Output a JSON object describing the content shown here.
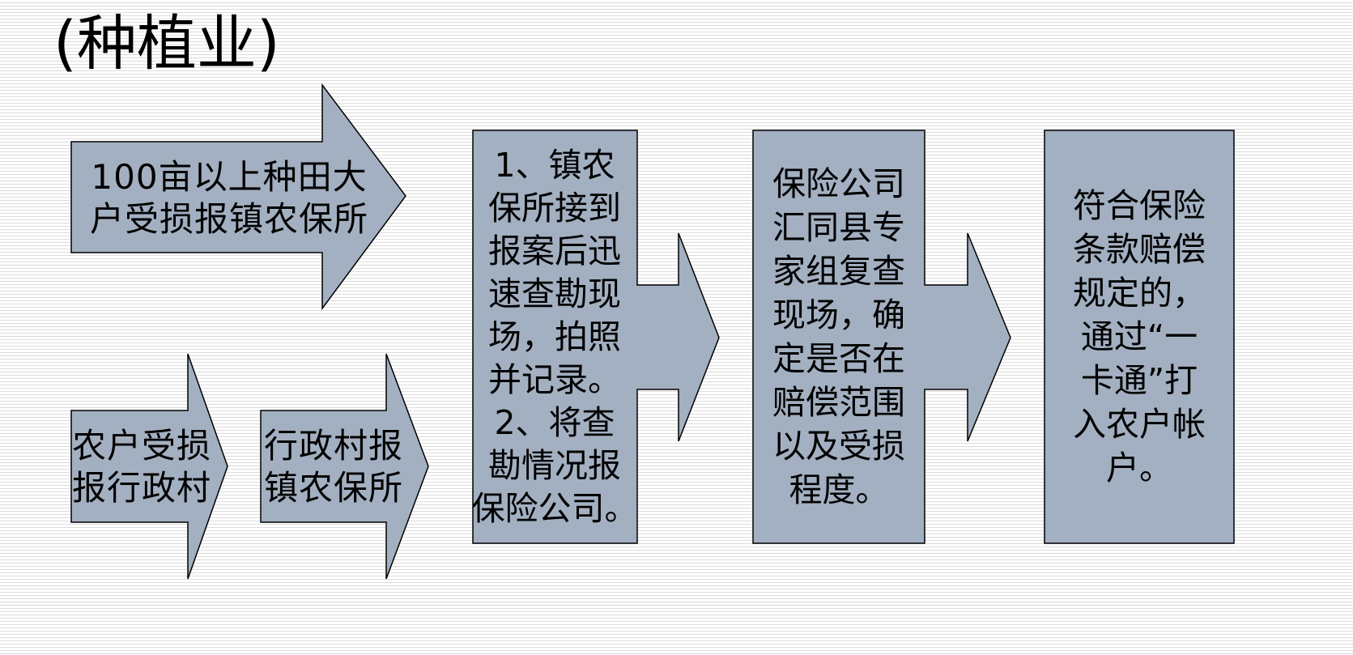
{
  "slide": {
    "title": "(种植业)"
  },
  "colors": {
    "shape_fill": "#a3b0c1",
    "shape_stroke": "#000000",
    "stripe_line": "#dcdcdc",
    "background": "#ffffff"
  },
  "flow": {
    "nodes": [
      {
        "id": "report-big",
        "kind": "right-arrow",
        "lines": [
          "100亩以上种田大",
          "户受损报镇农保所"
        ]
      },
      {
        "id": "farmer",
        "kind": "right-arrow",
        "lines": [
          "农户受损",
          "报行政村"
        ]
      },
      {
        "id": "village",
        "kind": "right-arrow",
        "lines": [
          "行政村报",
          "镇农保所"
        ]
      },
      {
        "id": "inspect",
        "kind": "right-arrow-callout",
        "lines": [
          "1、镇农",
          "保所接到",
          "报案后迅",
          "速查勘现",
          "场，拍照",
          "并记录。",
          "2、将查",
          "勘情况报",
          "保险公司。"
        ]
      },
      {
        "id": "expert",
        "kind": "right-arrow-callout",
        "lines": [
          "保险公司",
          "汇同县专",
          "家组复查",
          "现场，确",
          "定是否在",
          "赔偿范围",
          "以及受损",
          "程度。"
        ]
      },
      {
        "id": "payout",
        "kind": "rectangle",
        "lines": [
          "符合保险",
          "条款赔偿",
          "规定的，",
          "通过“一",
          "卡通”打",
          "入农户帐",
          "户。"
        ]
      }
    ],
    "connections": [
      [
        "report-big",
        "inspect"
      ],
      [
        "farmer",
        "village"
      ],
      [
        "village",
        "inspect"
      ],
      [
        "inspect",
        "expert"
      ],
      [
        "expert",
        "payout"
      ]
    ]
  }
}
